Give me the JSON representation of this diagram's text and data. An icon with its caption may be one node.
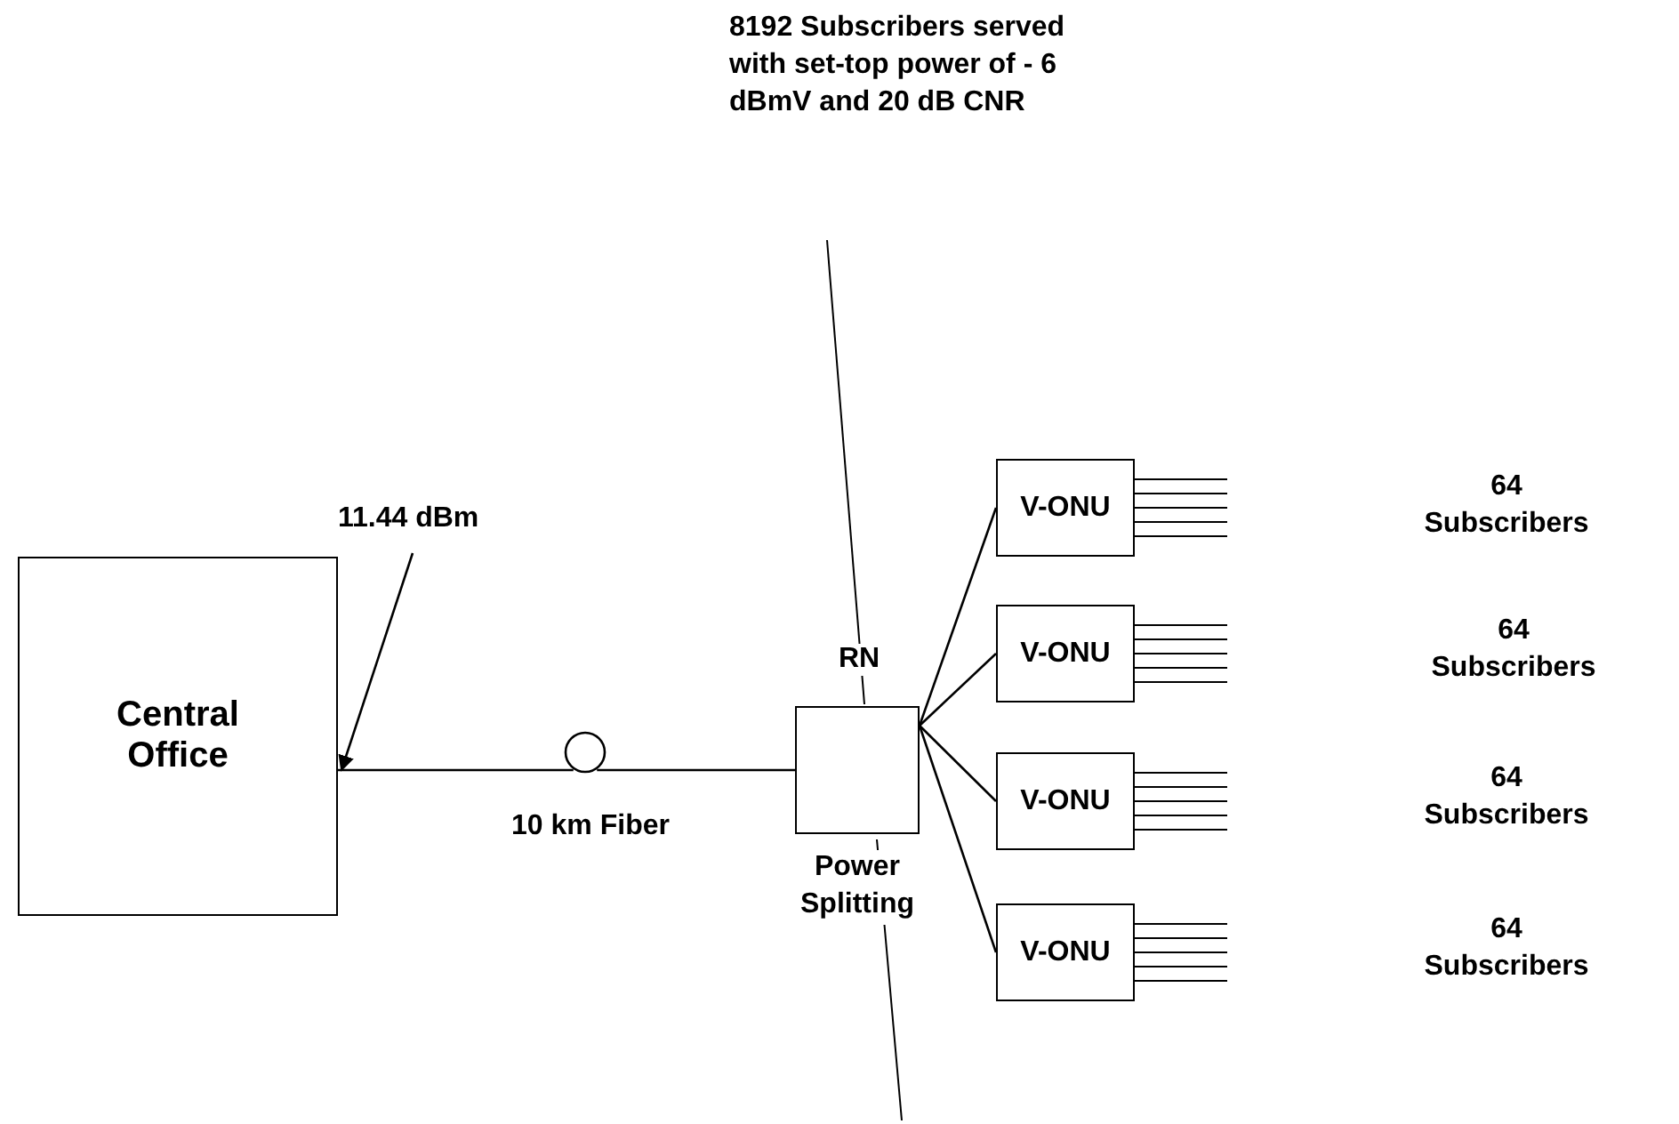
{
  "diagram": {
    "nodes": [
      {
        "text": [
          "11.44 dBm"
        ]
      },
      {
        "text": [
          "Central Office"
        ]
      },
      {
        "text": [],
        "shape": "circle"
      },
      {
        "text": [
          "RN"
        ]
      },
      {
        "text": [
          "V-ONU"
        ]
      },
      {
        "text": [
          "V-ONU"
        ]
      },
      {
        "text": [
          "V-ONU"
        ]
      },
      {
        "text": [
          "V-ONU"
        ]
      }
    ],
    "edges": [
      {
        "from": 0,
        "to": 1,
        "arrow": "to"
      },
      {
        "from": 1,
        "to": 2,
        "arrow": "none"
      },
      {
        "from": 2,
        "to": 3,
        "arrow": "none"
      },
      {
        "from": 3,
        "to": 4,
        "arrow": "none"
      },
      {
        "from": 3,
        "to": 5,
        "arrow": "none"
      },
      {
        "from": 3,
        "to": 6,
        "arrow": "none"
      },
      {
        "from": 3,
        "to": 7,
        "arrow": "none"
      }
    ],
    "labels": [
      "8192 Subscribers served with set-top power of - 6 dBmV and 20 dB CNR",
      "64 Subscribers",
      "64 Subscribers",
      "64 Subscribers",
      "64 Subscribers",
      "10 km Fiber",
      "Power Splitting"
    ]
  }
}
